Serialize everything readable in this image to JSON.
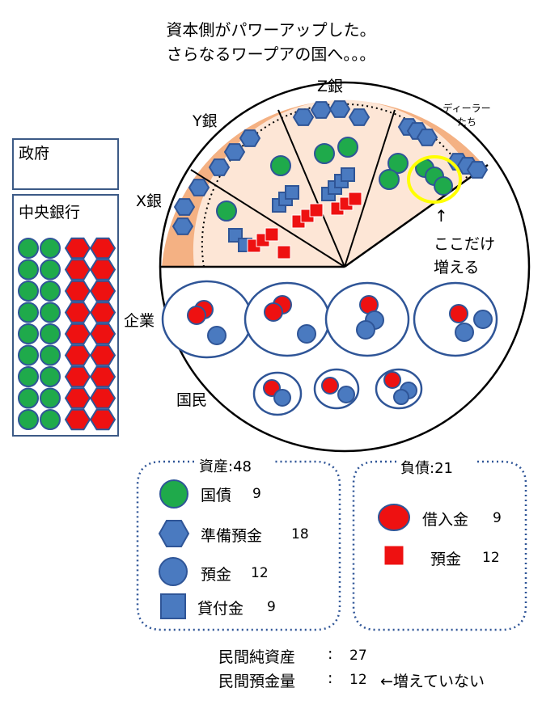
{
  "title": {
    "line1": "資本側がパワーアップした。",
    "line2": "さらなるワープアの国へ。。。"
  },
  "government": {
    "label": "政府"
  },
  "central_bank": {
    "label": "中央銀行",
    "green_circles": 18,
    "red_hexagons": 18
  },
  "banks": {
    "x": "X銀",
    "y": "Y銀",
    "z": "Z銀",
    "dealers_line1": "ディーラー",
    "dealers_line2": "たち"
  },
  "annotation": {
    "arrow": "↑",
    "line1": "ここだけ",
    "line2": "増える"
  },
  "sectors": {
    "companies": "企業",
    "citizens": "国民"
  },
  "assets": {
    "title": "資産:48",
    "items": [
      {
        "label": "国債",
        "value": "9",
        "icon": "green-circle-icon"
      },
      {
        "label": "準備預金",
        "value": "18",
        "icon": "blue-hexagon-icon"
      },
      {
        "label": "預金",
        "value": "12",
        "icon": "blue-circle-icon"
      },
      {
        "label": "貸付金",
        "value": "9",
        "icon": "blue-square-icon"
      }
    ]
  },
  "liabilities": {
    "title": "負債:21",
    "items": [
      {
        "label": "借入金",
        "value": "9",
        "icon": "red-circle-icon"
      },
      {
        "label": "預金",
        "value": "12",
        "icon": "red-square-icon"
      }
    ]
  },
  "summary": {
    "row1_label": "民間純資産",
    "row1_sep": ":",
    "row1_value": "27",
    "row2_label": "民間預金量",
    "row2_sep": ":",
    "row2_value": "12",
    "row2_note": "←増えていない"
  },
  "colors": {
    "green": "#1faa4b",
    "red": "#ee1111",
    "blue": "#4a7ac0",
    "outline": "#2f5597",
    "orange": "#f4b183",
    "peach": "#fde6d6",
    "yellow": "#ffff00"
  }
}
